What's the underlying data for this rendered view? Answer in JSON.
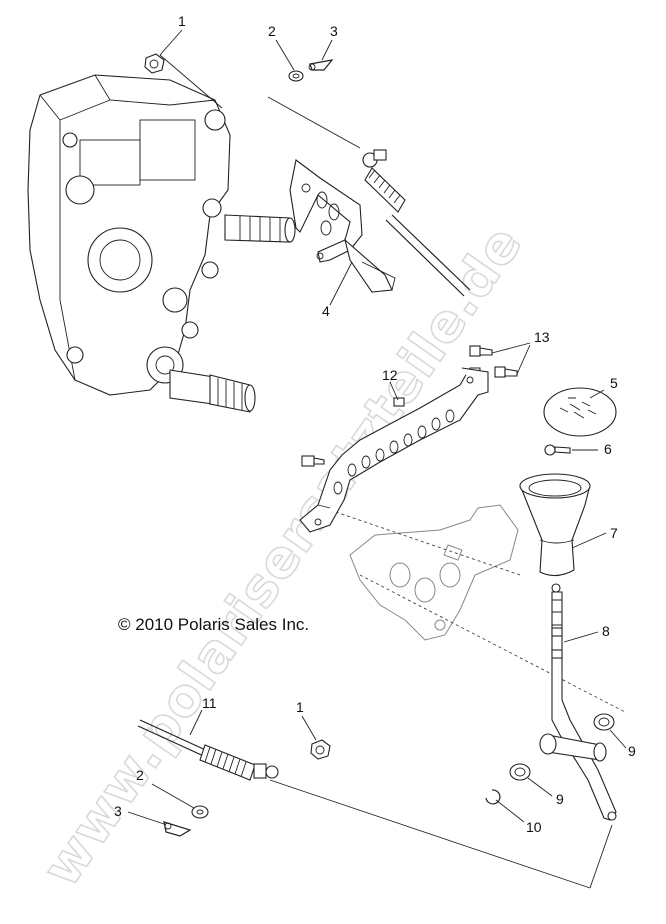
{
  "copyright": "© 2010 Polaris Sales Inc.",
  "watermark": "www.polarisersatzteile.de",
  "callouts": [
    {
      "id": "c1a",
      "label": "1"
    },
    {
      "id": "c2a",
      "label": "2"
    },
    {
      "id": "c3a",
      "label": "3"
    },
    {
      "id": "c4",
      "label": "4"
    },
    {
      "id": "c5",
      "label": "5"
    },
    {
      "id": "c6",
      "label": "6"
    },
    {
      "id": "c7",
      "label": "7"
    },
    {
      "id": "c8",
      "label": "8"
    },
    {
      "id": "c9a",
      "label": "9"
    },
    {
      "id": "c9b",
      "label": "9"
    },
    {
      "id": "c10",
      "label": "10"
    },
    {
      "id": "c11",
      "label": "11"
    },
    {
      "id": "c12",
      "label": "12"
    },
    {
      "id": "c13",
      "label": "13"
    },
    {
      "id": "c1b",
      "label": "1"
    },
    {
      "id": "c2b",
      "label": "2"
    },
    {
      "id": "c3b",
      "label": "3"
    }
  ]
}
